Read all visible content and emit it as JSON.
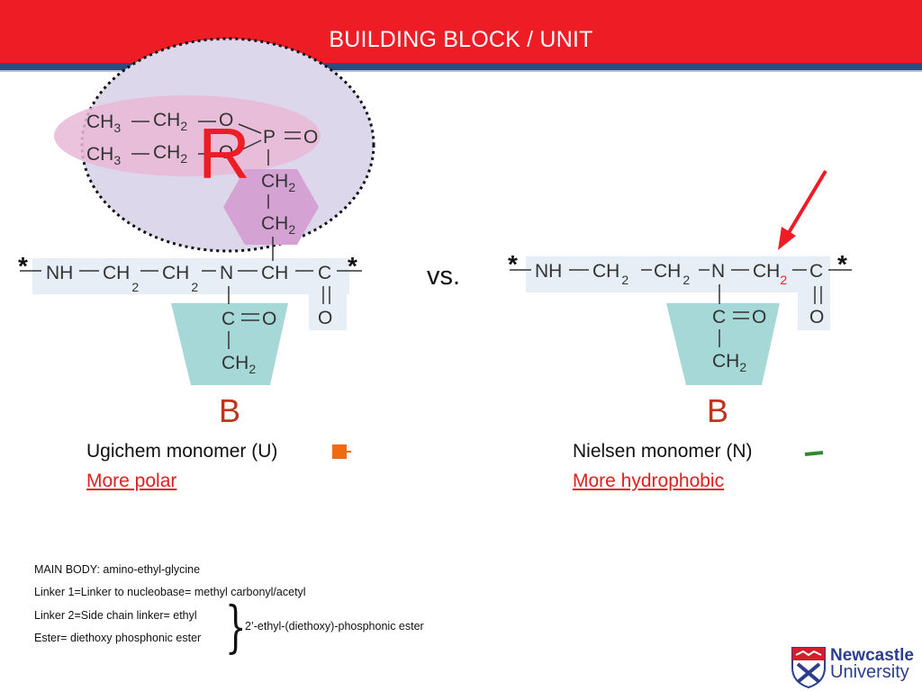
{
  "header": {
    "title": "BUILDING BLOCK / UNIT"
  },
  "diagram": {
    "r_label": "R",
    "vs_label": "vs.",
    "b_label": "B",
    "star": "*",
    "chem": {
      "ch3": "CH",
      "three": "3",
      "ch2": "CH",
      "two": "2",
      "o": "O",
      "p": "P",
      "nh": "NH",
      "n": "N",
      "ch": "CH",
      "c": "C"
    }
  },
  "left_monomer": {
    "caption": "Ugichem monomer (U)",
    "property": "More polar",
    "marker_color": "#f06a12"
  },
  "right_monomer": {
    "caption": "Nielsen monomer (N)",
    "property": "More hydrophobic",
    "marker_color": "#2f8a2f"
  },
  "notes": [
    "MAIN BODY: amino-ethyl-glycine",
    "Linker 1=Linker to nucleobase= methyl carbonyl/acetyl",
    "Linker 2=Side chain linker= ethyl",
    "Ester= diethoxy phosphonic ester"
  ],
  "brace_note": "2’-ethyl-(diethoxy)-phosphonic ester",
  "logo": {
    "line1": "Newcastle",
    "line2": "University"
  },
  "colors": {
    "header_red": "#ee1c25",
    "header_blue": "#2b4c7e",
    "arrow_red": "#ee1c25"
  }
}
